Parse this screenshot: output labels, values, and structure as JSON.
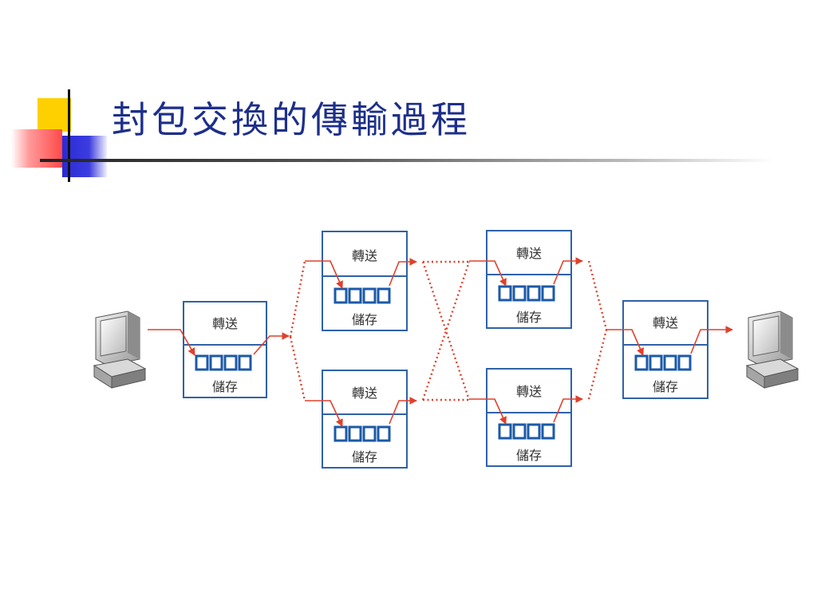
{
  "slide": {
    "title": "封包交換的傳輸過程"
  },
  "node_labels": {
    "forward": "轉送",
    "store": "儲存"
  },
  "nodes": [
    {
      "id": "n1",
      "forward": "轉送",
      "store": "儲存"
    },
    {
      "id": "n2",
      "forward": "轉送",
      "store": "儲存"
    },
    {
      "id": "n3",
      "forward": "轉送",
      "store": "儲存"
    },
    {
      "id": "n4",
      "forward": "轉送",
      "store": "儲存"
    },
    {
      "id": "n5",
      "forward": "轉送",
      "store": "儲存"
    },
    {
      "id": "n6",
      "forward": "轉送",
      "store": "儲存"
    }
  ],
  "endpoints": [
    {
      "id": "source",
      "icon": "computer-icon"
    },
    {
      "id": "destination",
      "icon": "computer-icon"
    }
  ],
  "colors": {
    "title": "#1d2f8a",
    "box_border": "#2f62a8",
    "slot_border": "#1b5aa8",
    "arrow": "#e0402c",
    "accent_yellow": "#ffd000",
    "accent_blue": "#2a2ad6",
    "accent_red": "#ff4a4a"
  }
}
